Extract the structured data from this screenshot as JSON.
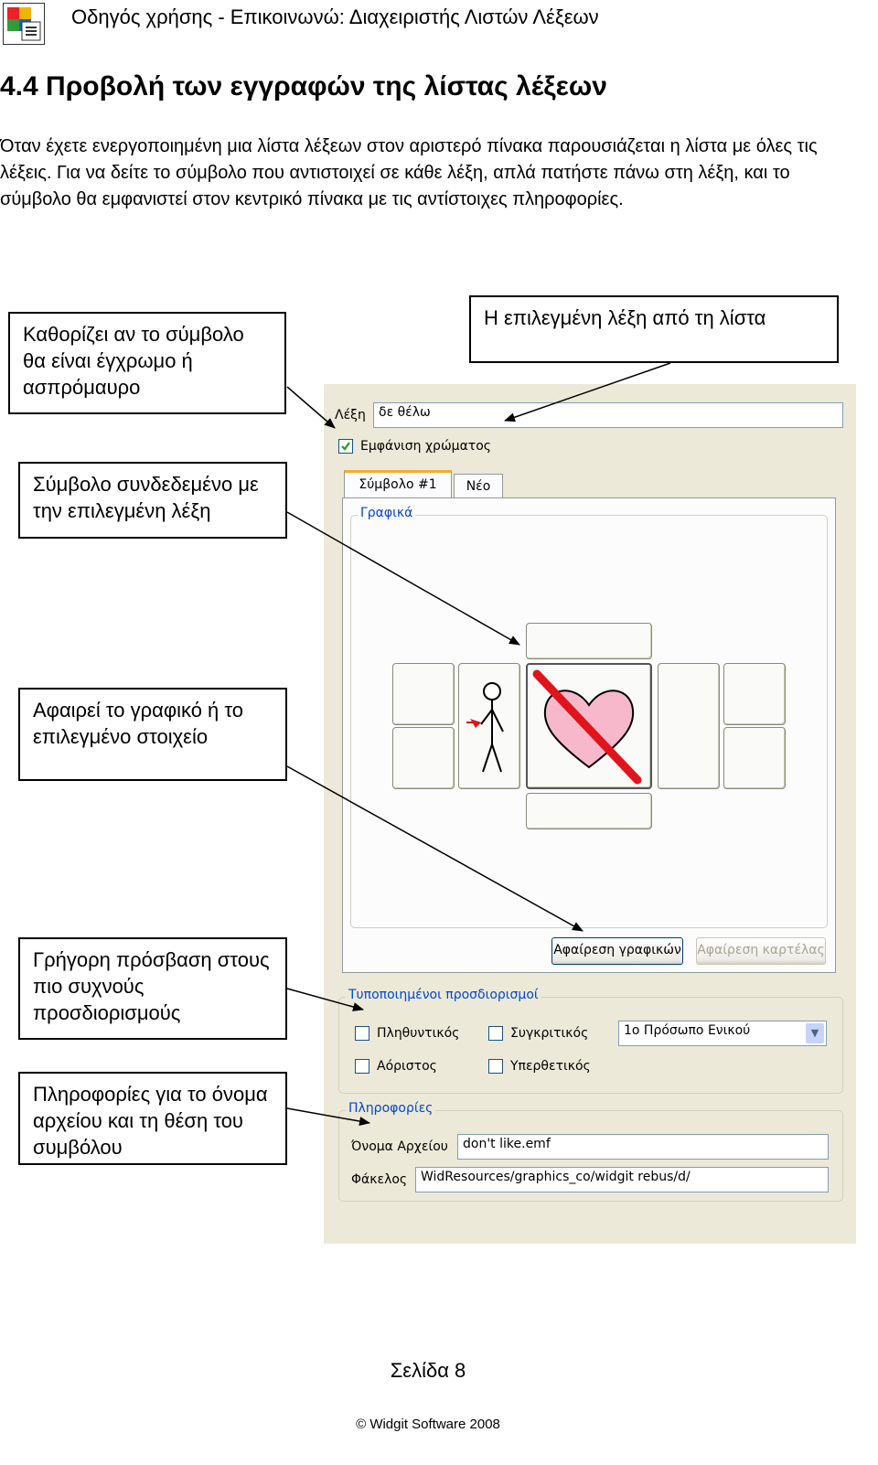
{
  "header": {
    "title": "Οδηγός χρήσης - Επικοινωνώ: Διαχειριστής Λιστών Λέξεων"
  },
  "section": {
    "heading": "4.4 Προβολή των εγγραφών της λίστας λέξεων",
    "intro": "Όταν έχετε ενεργοποιημένη μια λίστα λέξεων στον αριστερό πίνακα παρουσιάζεται η λίστα με όλες τις λέξεις. Για να δείτε το σύμβολο που αντιστοιχεί σε κάθε λέξη, απλά πατήστε πάνω στη λέξη, και το σύμβολο θα εμφανιστεί στον κεντρικό πίνακα με τις αντίστοιχες πληροφορίες."
  },
  "callouts": {
    "colour": "Καθορίζει αν το σύμβολο θα είναι έγχρωμο ή ασπρόμαυρο",
    "selected_word": "Η επιλεγμένη λέξη από τη λίστα",
    "linked_symbol": "Σύμβολο συνδεδεμένο με την επιλεγμένη λέξη",
    "remove": "Αφαιρεί το γραφικό ή το επιλεγμένο στοιχείο",
    "quick_access": "Γρήγορη πρόσβαση στους πιο συχνούς προσδιορισμούς",
    "file_info": "Πληροφορίες για το όνομα αρχείου και τη θέση του συμβόλου"
  },
  "ui": {
    "word_label": "Λέξη",
    "word_value": "δε θέλω",
    "show_colour_label": "Εμφάνιση χρώματος",
    "show_colour_checked": true,
    "tabs": [
      "Σύμβολο #1",
      "Νέο"
    ],
    "graphics_group": "Γραφικά",
    "remove_graphic_button": "Αφαίρεση γραφικών",
    "remove_card_button": "Αφαίρεση καρτέλας",
    "modifiers_group": "Τυποποιημένοι προσδιορισμοί",
    "plural_label": "Πληθυντικός",
    "comparative_label": "Συγκριτικός",
    "indefinite_label": "Αόριστος",
    "superlative_label": "Υπερθετικός",
    "person_select": "1ο Πρόσωπο Ενικού",
    "info_group": "Πληροφορίες",
    "filename_label": "Όνομα Αρχείου",
    "filename_value": "don't like.emf",
    "folder_label": "Φάκελος",
    "folder_value": "WidResources/graphics_co/widgit rebus/d/"
  },
  "footer": {
    "page": "Σελίδα 8",
    "copyright": "© Widgit Software 2008"
  },
  "colors": {
    "panel_bg": "#ece9d8",
    "group_title": "#0046d5",
    "heart": "#f7b8cc",
    "strike": "#e0141c"
  }
}
